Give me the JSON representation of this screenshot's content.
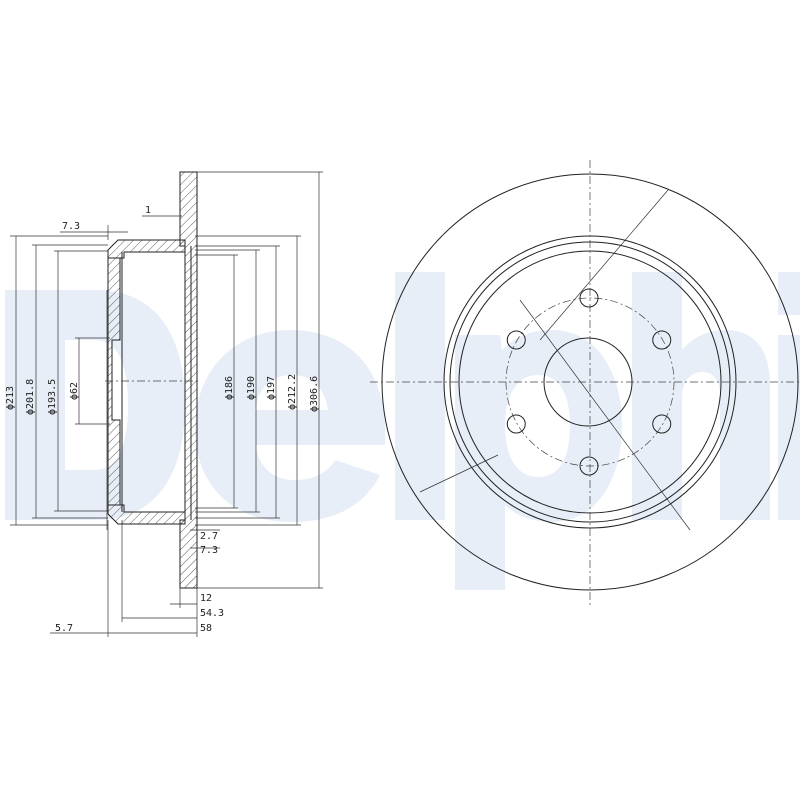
{
  "watermark": "Delphi",
  "section_view": {
    "diameters": [
      "ϕ213",
      "ϕ201.8",
      "ϕ193.5",
      "ϕ62",
      "ϕ186",
      "ϕ190",
      "ϕ197",
      "ϕ212.2",
      "ϕ306.6"
    ],
    "widths": {
      "top_offset": "7.3",
      "groove": "1",
      "hat_lip": "2.7",
      "hat_step": "7.3",
      "thickness": "12",
      "height_inner": "54.3",
      "height_total": "58",
      "flange_left": "5.7"
    }
  },
  "front_view": {
    "bolt_holes": 6
  }
}
